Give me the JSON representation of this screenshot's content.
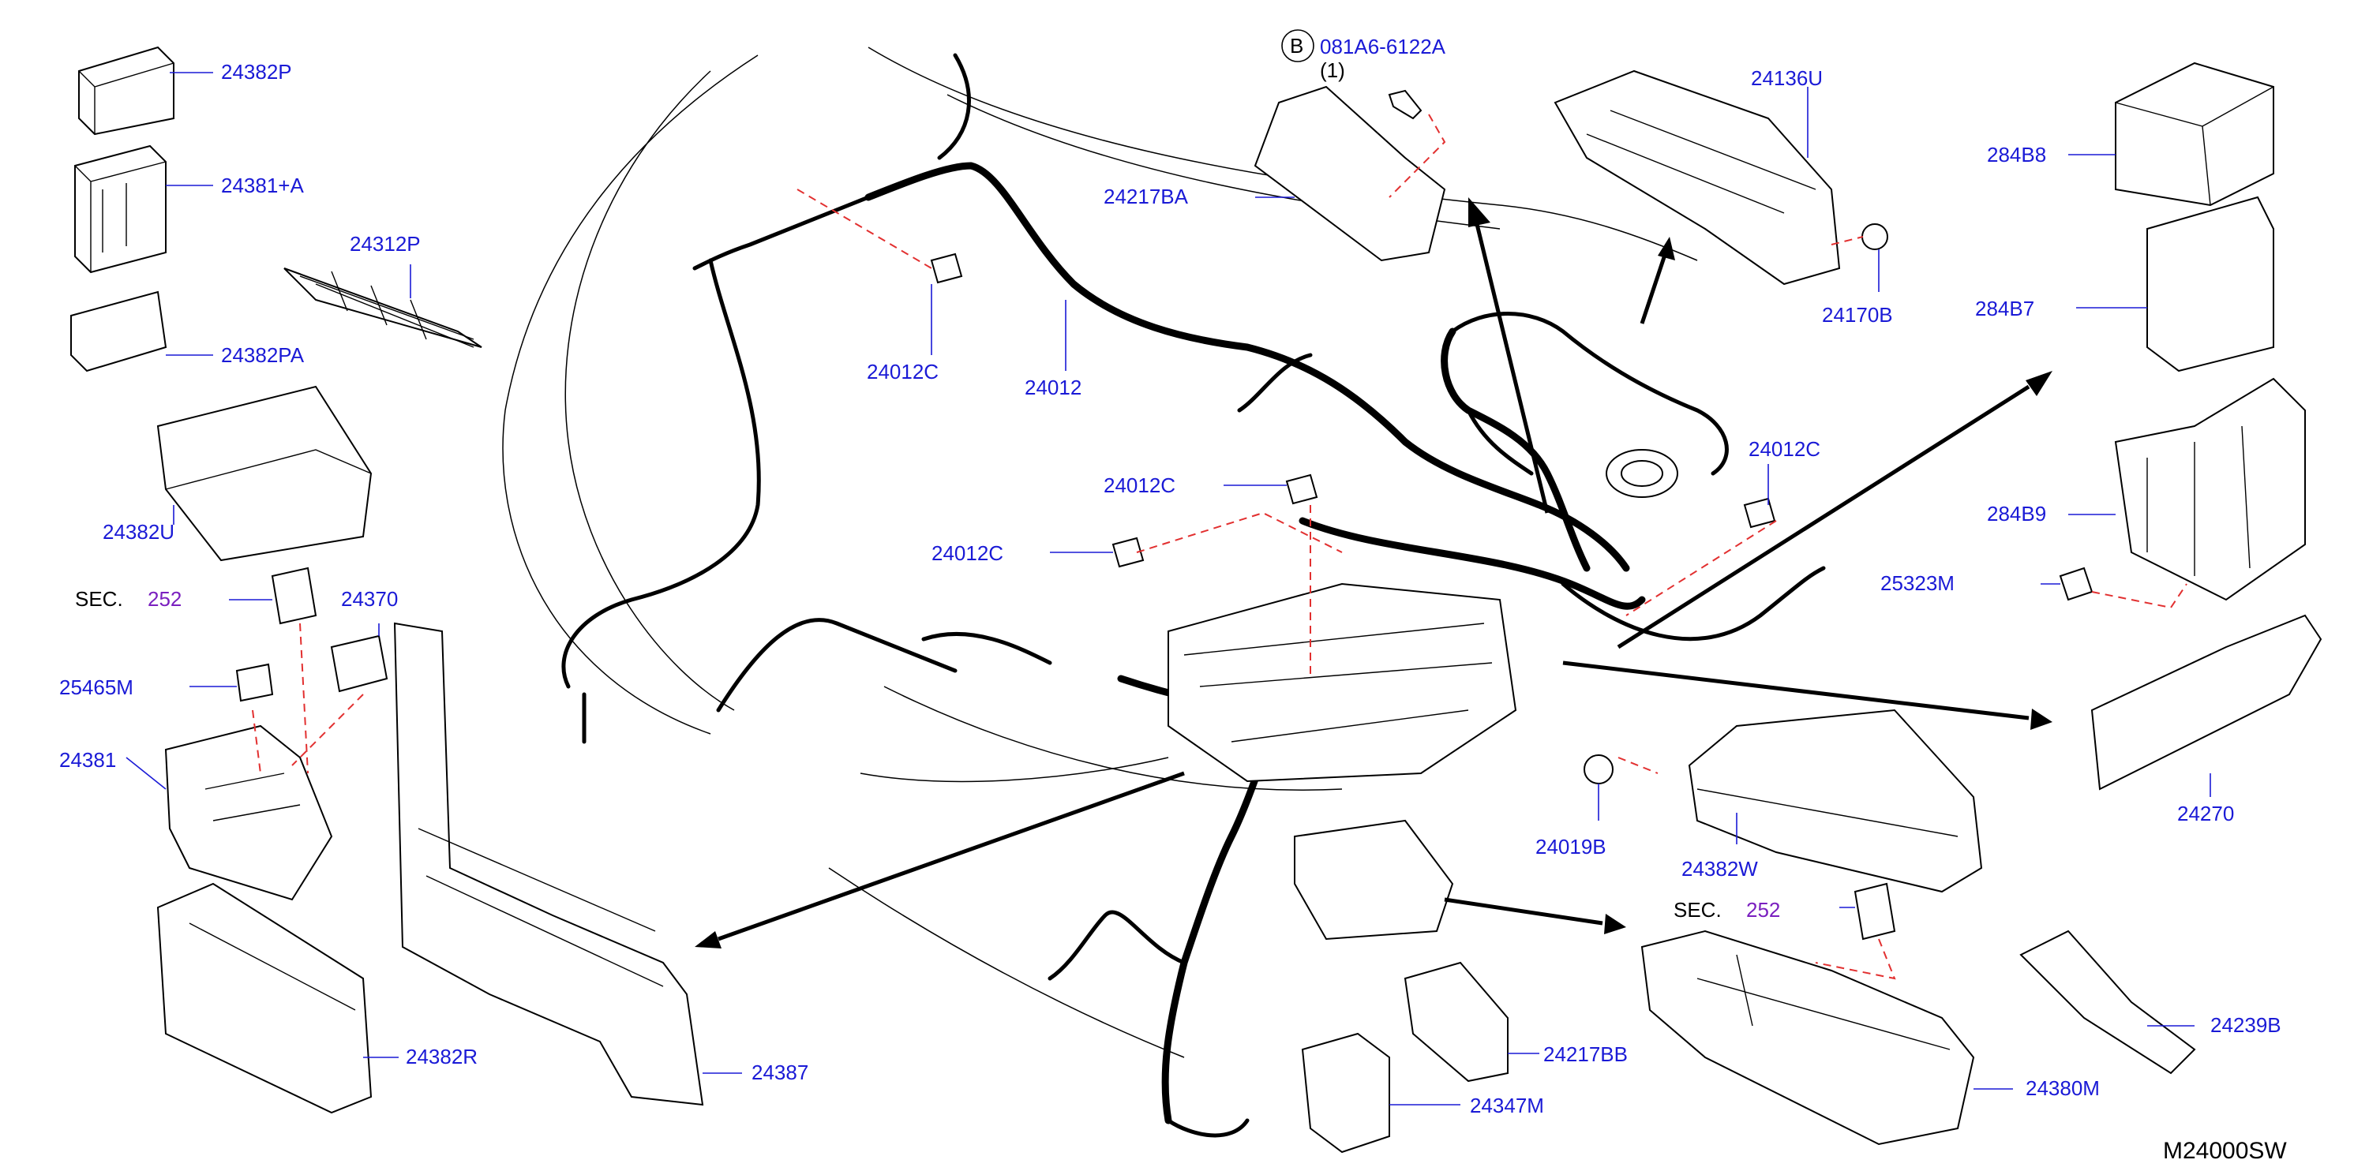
{
  "diagram": {
    "code": "M24000SW",
    "sec_labels": [
      {
        "prefix": "SEC.",
        "number": "252"
      },
      {
        "prefix": "SEC.",
        "number": "252"
      }
    ],
    "bolt_note": {
      "circle": "B",
      "part": "081A6-6122A",
      "qty": "(1)"
    },
    "parts": {
      "p24382P": "24382P",
      "p24381A": "24381+A",
      "p24312P": "24312P",
      "p24382PA": "24382PA",
      "p24382U": "24382U",
      "p24370": "24370",
      "p25465M": "25465M",
      "p24381": "24381",
      "p24382R": "24382R",
      "p24387": "24387",
      "p24012C_a": "24012C",
      "p24012": "24012",
      "p24217BA": "24217BA",
      "p24012C_b": "24012C",
      "p24012C_c": "24012C",
      "p24012C_d": "24012C",
      "p24136U": "24136U",
      "p24170B": "24170B",
      "p284B8": "284B8",
      "p284B7": "284B7",
      "p284B9": "284B9",
      "p25323M": "25323M",
      "p24270": "24270",
      "p24019B": "24019B",
      "p24382W": "24382W",
      "p24217BB": "24217BB",
      "p24347M": "24347M",
      "p24380M": "24380M",
      "p24239B": "24239B"
    }
  }
}
